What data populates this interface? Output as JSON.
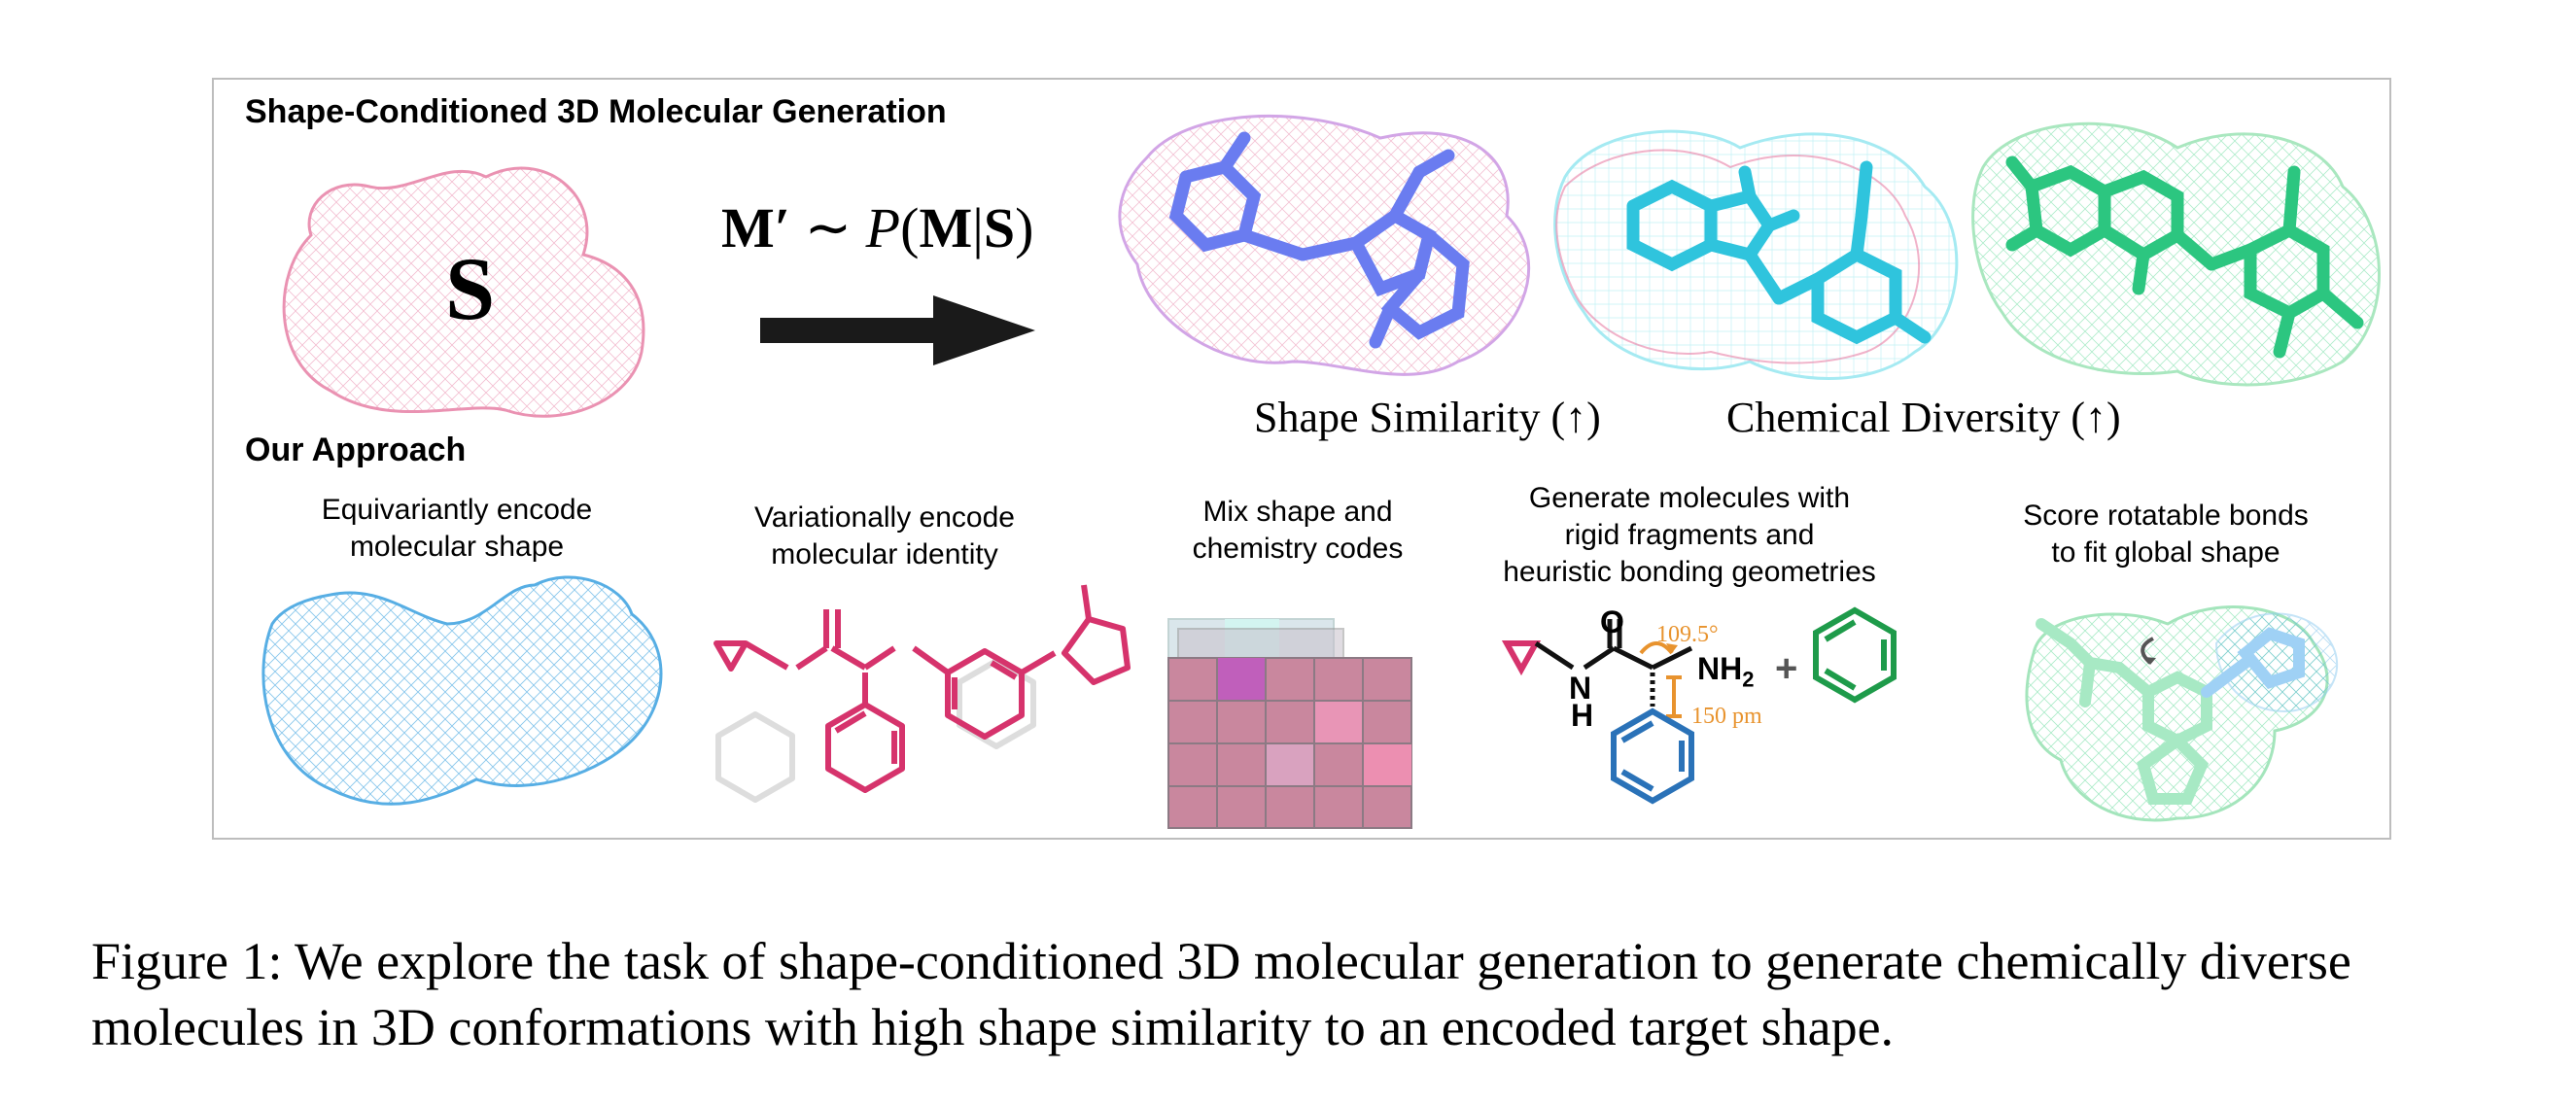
{
  "figure": {
    "section_generation": "Shape-Conditioned 3D Molecular Generation",
    "shape_symbol": "S",
    "formula": {
      "M_prime": "M′",
      "sim": "∼",
      "P": "P",
      "open": "(",
      "M": "M",
      "bar": "|",
      "S": "S",
      "close": ")"
    },
    "metric_similarity": "Shape Similarity (↑)",
    "metric_diversity": "Chemical Diversity (↑)",
    "section_approach": "Our Approach",
    "steps": [
      {
        "line1": "Equivariantly encode",
        "line2": "molecular shape"
      },
      {
        "line1": "Variationally encode",
        "line2": "molecular identity"
      },
      {
        "line1": "Mix shape and",
        "line2": "chemistry codes"
      },
      {
        "line1": "Generate molecules with",
        "line2": "rigid fragments and",
        "line3": "heuristic bonding geometries"
      },
      {
        "line1": "Score rotatable bonds",
        "line2": "to fit global shape"
      }
    ],
    "chem": {
      "oxygen": "O",
      "nitrogen_h": "H",
      "nitrogen": "N",
      "nh2": "NH",
      "nh2_sub": "2",
      "plus": "+",
      "angle": "109.5°",
      "bond_length": "150 pm"
    },
    "colors": {
      "pink": "#d6336c",
      "blue_shape": "#3aa1e0",
      "molecule_blue": "#6a7cf0",
      "molecule_cyan": "#2fc4dd",
      "molecule_green": "#2cc680",
      "orange": "#e8932e",
      "ring_blue": "#2a72b8",
      "ring_green": "#1e9b4a"
    }
  },
  "caption": "Figure 1: We explore the task of shape-conditioned 3D molecular generation to generate chemically diverse molecules in 3D conformations with high shape similarity to an encoded target shape."
}
